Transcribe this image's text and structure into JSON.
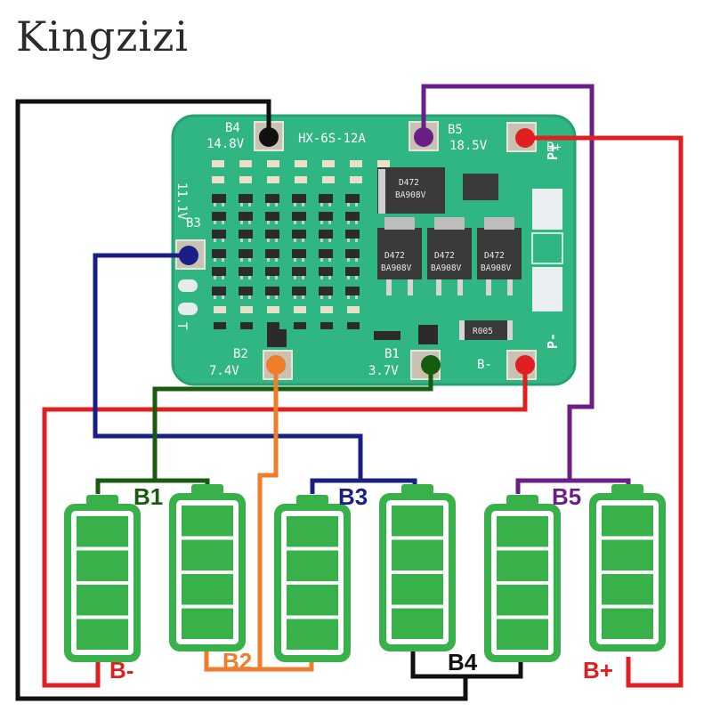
{
  "brand": "Kingzizi",
  "board": {
    "model": "HX-6S-12A",
    "pads": {
      "b4": {
        "name": "B4",
        "voltage": "14.8V"
      },
      "b5": {
        "name": "B5",
        "voltage": "18.5V"
      },
      "bplus": {
        "name": "B+"
      },
      "b3": {
        "name": "B3",
        "voltage": "11.1V"
      },
      "b2": {
        "name": "B2",
        "voltage": "7.4V"
      },
      "b1": {
        "name": "B1",
        "voltage": "3.7V"
      },
      "bminus": {
        "name": "B-"
      }
    },
    "side_labels": {
      "p_plus": "P+",
      "p_minus": "P-",
      "t": "T"
    },
    "mosfet_marking": {
      "line1": "D472",
      "line2": "BA908V"
    },
    "resistor": "R005"
  },
  "groups": {
    "b1": "B1",
    "b2": "B2",
    "b3": "B3",
    "b4": "B4",
    "b5": "B5",
    "bminus": "B-",
    "bplus": "B+"
  },
  "colors": {
    "pcb": "#2fb683",
    "pad": "#c9c2b2",
    "battery": "#39b14a",
    "wire_black": "#111111",
    "wire_purple": "#6a1f86",
    "wire_red": "#e02020",
    "wire_blue": "#1a1f86",
    "wire_green": "#165c0c",
    "wire_orange": "#ef7d2b"
  }
}
